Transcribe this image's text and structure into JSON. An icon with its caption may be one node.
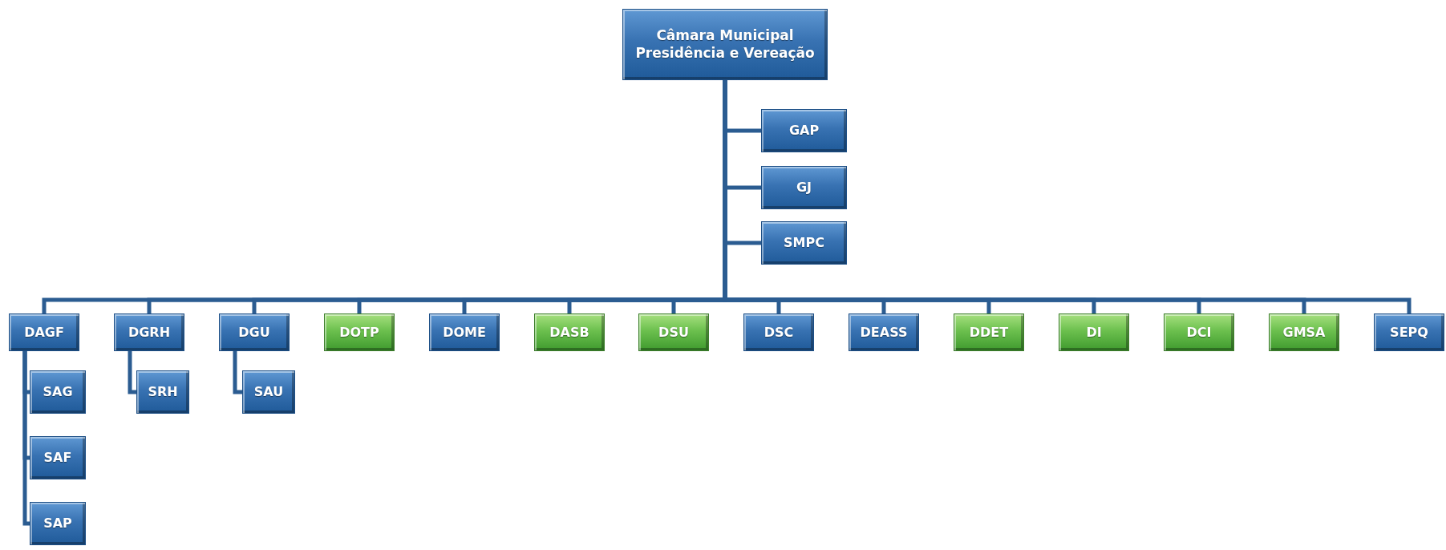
{
  "diagram": {
    "nodes": [
      {
        "text": [
          "Câmara Municipal Presidência e Vereação"
        ]
      },
      {
        "text": [
          "GAP"
        ]
      },
      {
        "text": [
          "GJ"
        ]
      },
      {
        "text": [
          "SMPC"
        ]
      },
      {
        "text": [
          "DAGF"
        ]
      },
      {
        "text": [
          "DGRH"
        ]
      },
      {
        "text": [
          "DGU"
        ]
      },
      {
        "text": [
          "DOTP"
        ]
      },
      {
        "text": [
          "DOME"
        ]
      },
      {
        "text": [
          "DASB"
        ]
      },
      {
        "text": [
          "DSU"
        ]
      },
      {
        "text": [
          "DSC"
        ]
      },
      {
        "text": [
          "DEASS"
        ]
      },
      {
        "text": [
          "DDET"
        ]
      },
      {
        "text": [
          "DI"
        ]
      },
      {
        "text": [
          "DCI"
        ]
      },
      {
        "text": [
          "GMSA"
        ]
      },
      {
        "text": [
          "SEPQ"
        ]
      },
      {
        "text": [
          "SAG"
        ]
      },
      {
        "text": [
          "SAF"
        ]
      },
      {
        "text": [
          "SAP"
        ]
      },
      {
        "text": [
          "SRH"
        ]
      },
      {
        "text": [
          "SAU"
        ]
      }
    ],
    "edges": [
      {
        "from": 0,
        "to": 1,
        "arrow": "none"
      },
      {
        "from": 0,
        "to": 2,
        "arrow": "none"
      },
      {
        "from": 0,
        "to": 3,
        "arrow": "none"
      },
      {
        "from": 0,
        "to": 4,
        "arrow": "none"
      },
      {
        "from": 0,
        "to": 5,
        "arrow": "none"
      },
      {
        "from": 0,
        "to": 6,
        "arrow": "none"
      },
      {
        "from": 0,
        "to": 7,
        "arrow": "none"
      },
      {
        "from": 0,
        "to": 8,
        "arrow": "none"
      },
      {
        "from": 0,
        "to": 9,
        "arrow": "none"
      },
      {
        "from": 0,
        "to": 10,
        "arrow": "none"
      },
      {
        "from": 0,
        "to": 11,
        "arrow": "none"
      },
      {
        "from": 0,
        "to": 12,
        "arrow": "none"
      },
      {
        "from": 0,
        "to": 13,
        "arrow": "none"
      },
      {
        "from": 0,
        "to": 14,
        "arrow": "none"
      },
      {
        "from": 0,
        "to": 15,
        "arrow": "none"
      },
      {
        "from": 0,
        "to": 16,
        "arrow": "none"
      },
      {
        "from": 0,
        "to": 17,
        "arrow": "none"
      },
      {
        "from": 4,
        "to": 18,
        "arrow": "none"
      },
      {
        "from": 4,
        "to": 19,
        "arrow": "none"
      },
      {
        "from": 4,
        "to": 20,
        "arrow": "none"
      },
      {
        "from": 5,
        "to": 21,
        "arrow": "none"
      },
      {
        "from": 6,
        "to": 22,
        "arrow": "none"
      }
    ]
  }
}
